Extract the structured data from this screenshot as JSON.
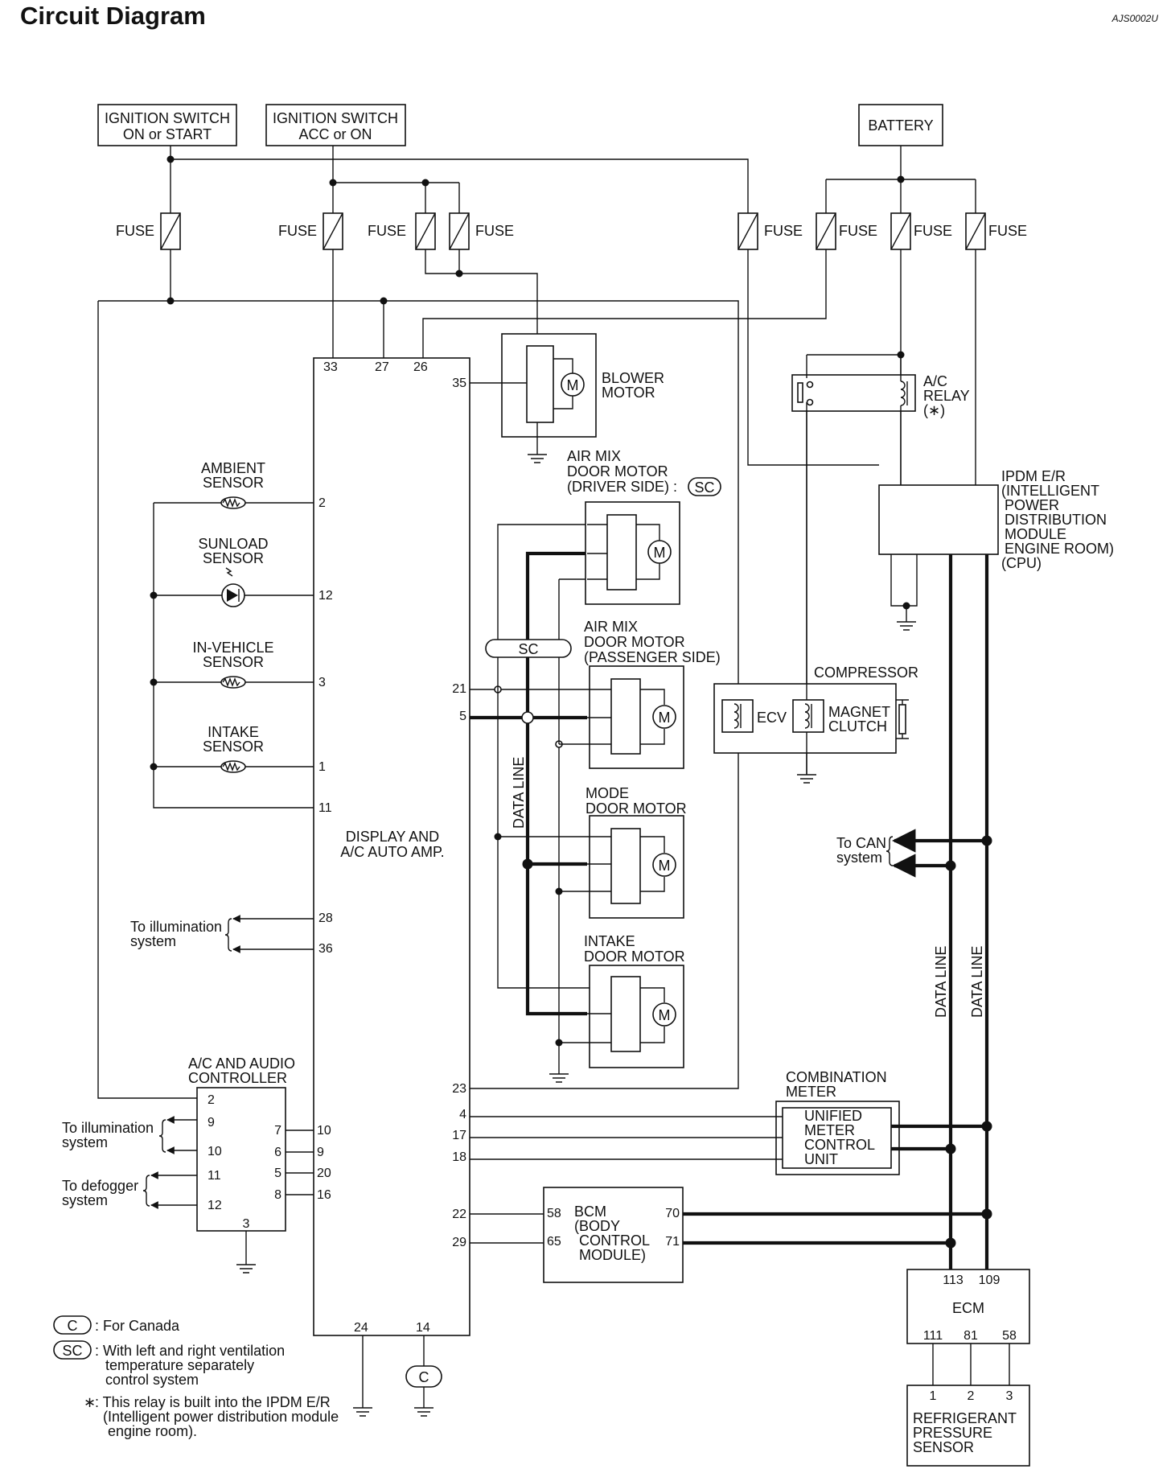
{
  "title": "Circuit Diagram",
  "doc_code": "AJS0002U",
  "sources": {
    "ign_on_start": [
      "IGNITION SWITCH",
      "ON or START"
    ],
    "ign_acc_on": [
      "IGNITION SWITCH",
      "ACC or ON"
    ],
    "battery": "BATTERY"
  },
  "fuse_label": "FUSE",
  "display_amp": {
    "name": [
      "DISPLAY AND",
      "A/C AUTO AMP."
    ],
    "pins": {
      "p33": "33",
      "p27": "27",
      "p26": "26",
      "p35": "35",
      "p2": "2",
      "p12": "12",
      "p3": "3",
      "p1": "1",
      "p11": "11",
      "p21": "21",
      "p5": "5",
      "p28": "28",
      "p36": "36",
      "p23": "23",
      "p4": "4",
      "p17": "17",
      "p18": "18",
      "p22": "22",
      "p29": "29",
      "p24": "24",
      "p14": "14"
    }
  },
  "sensors": {
    "ambient": [
      "AMBIENT",
      "SENSOR"
    ],
    "sunload": [
      "SUNLOAD",
      "SENSOR"
    ],
    "in_vehicle": [
      "IN-VEHICLE",
      "SENSOR"
    ],
    "intake": [
      "INTAKE",
      "SENSOR"
    ]
  },
  "blower_motor": [
    "BLOWER",
    "MOTOR"
  ],
  "air_mix_driver": [
    "AIR MIX",
    "DOOR MOTOR",
    "(DRIVER SIDE) :"
  ],
  "air_mix_passenger": [
    "AIR MIX",
    "DOOR MOTOR",
    "(PASSENGER SIDE)"
  ],
  "mode_door": [
    "MODE",
    "DOOR MOTOR"
  ],
  "intake_door": [
    "INTAKE",
    "DOOR MOTOR"
  ],
  "motor_symbol": "M",
  "sc_tag": "SC",
  "c_tag": "C",
  "data_line": "DATA LINE",
  "ac_relay": [
    "A/C",
    "RELAY",
    "(∗)"
  ],
  "ipdm": [
    "IPDM E/R",
    "(INTELLIGENT",
    "POWER",
    "DISTRIBUTION",
    "MODULE",
    "ENGINE ROOM)",
    "(CPU)"
  ],
  "compressor": {
    "title": "COMPRESSOR",
    "ecv": "ECV",
    "clutch": [
      "MAGNET",
      "CLUTCH"
    ]
  },
  "to_can": [
    "To CAN",
    "system"
  ],
  "to_illumination": [
    "To illumination",
    "system"
  ],
  "to_defogger": [
    "To defogger",
    "system"
  ],
  "ac_audio": {
    "name": [
      "A/C AND AUDIO",
      "CONTROLLER"
    ],
    "pins": {
      "p2": "2",
      "p9": "9",
      "p10": "10",
      "p11": "11",
      "p12": "12",
      "p3": "3",
      "p7": "7",
      "p6": "6",
      "p5": "5",
      "p8": "8"
    },
    "amp_pins": {
      "a10": "10",
      "a9": "9",
      "a20": "20",
      "a16": "16"
    }
  },
  "combination_meter": {
    "title": [
      "COMBINATION",
      "METER"
    ],
    "unit": [
      "UNIFIED",
      "METER",
      "CONTROL",
      "UNIT"
    ]
  },
  "bcm": {
    "name": [
      "BCM",
      "(BODY",
      "CONTROL",
      "MODULE)"
    ],
    "pins": {
      "p58": "58",
      "p65": "65",
      "p70": "70",
      "p71": "71"
    }
  },
  "ecm": {
    "name": "ECM",
    "pins": {
      "p113": "113",
      "p109": "109",
      "p111": "111",
      "p81": "81",
      "p58": "58"
    }
  },
  "refrigerant_sensor": {
    "name": [
      "REFRIGERANT",
      "PRESSURE",
      "SENSOR"
    ],
    "pins": {
      "p1": "1",
      "p2": "2",
      "p3": "3"
    }
  },
  "legend": {
    "c_text": ": For Canada",
    "sc_text": [
      ": With left and right ventilation",
      "temperature separately",
      "control system"
    ],
    "star_text": [
      ": This relay is built into the IPDM E/R",
      "(Intelligent power distribution module",
      "engine room)."
    ],
    "star": "∗"
  }
}
